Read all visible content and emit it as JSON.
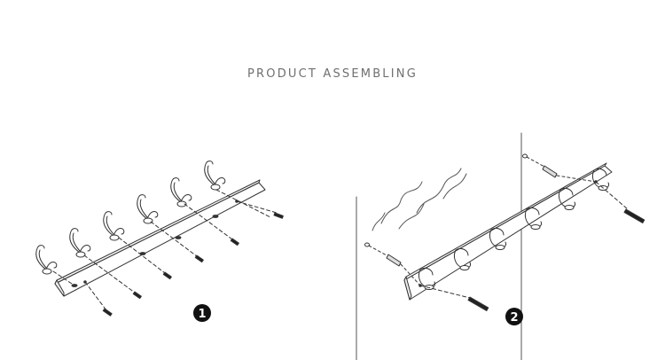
{
  "title": "PRODUCT ASSEMBLING",
  "steps": [
    {
      "number": "1"
    },
    {
      "number": "2"
    }
  ],
  "hooks_per_rack": 6,
  "colors": {
    "line": "#333333",
    "title": "#6f6f6f",
    "badge": "#111111"
  }
}
